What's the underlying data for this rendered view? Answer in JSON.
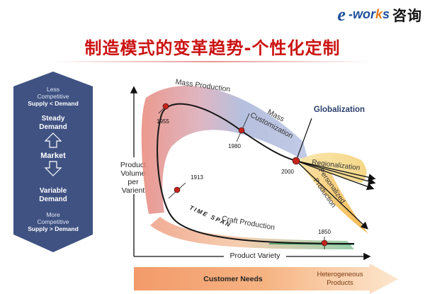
{
  "header": {
    "logo_e": "e",
    "logo_works_a": "-wor",
    "logo_works_k": "k",
    "logo_works_b": "s",
    "logo_cn": "咨询",
    "title": "制造模式的变革趋势-个性化定制"
  },
  "market_arrow": {
    "top_line1": "Less",
    "top_line2": "Competitive",
    "top_line3": "Supply < Demand",
    "steady_line1": "Steady",
    "steady_line2": "Demand",
    "center": "Market",
    "variable_line1": "Variable",
    "variable_line2": "Demand",
    "bottom_line1": "More",
    "bottom_line2": "Competitive",
    "bottom_line3": "Supply > Demand"
  },
  "axes": {
    "y_line1": "Product",
    "y_line2": "Volume",
    "y_line3": "per",
    "y_line4": "Varient",
    "x_label": "Product Variety"
  },
  "curve": {
    "mass_production": "Mass Production",
    "mass_customization_line1": "Mass",
    "mass_customization_line2": "Customization",
    "globalization": "Globalization",
    "regionalization": "Regionalization",
    "personalized_line1": "Personalized",
    "personalized_line2": "Production",
    "craft_production": "Craft Production",
    "time_span": "TIME SPAN",
    "year_1955": "1955",
    "year_1980": "1980",
    "year_2000": "2000",
    "year_1913": "1913",
    "year_1850": "1850"
  },
  "bottom_bar": {
    "label": "Customer Needs",
    "right_line1": "Heterogeneous",
    "right_line2": "Products"
  },
  "colors": {
    "title_red": "#cc1212",
    "navy": "#3d4f7e",
    "band_red": "#e88a7c",
    "band_blue": "#aab6d8",
    "band_orange": "#f5b94a",
    "point_red": "#c8221c",
    "craft_green": "#8cc8a2"
  }
}
